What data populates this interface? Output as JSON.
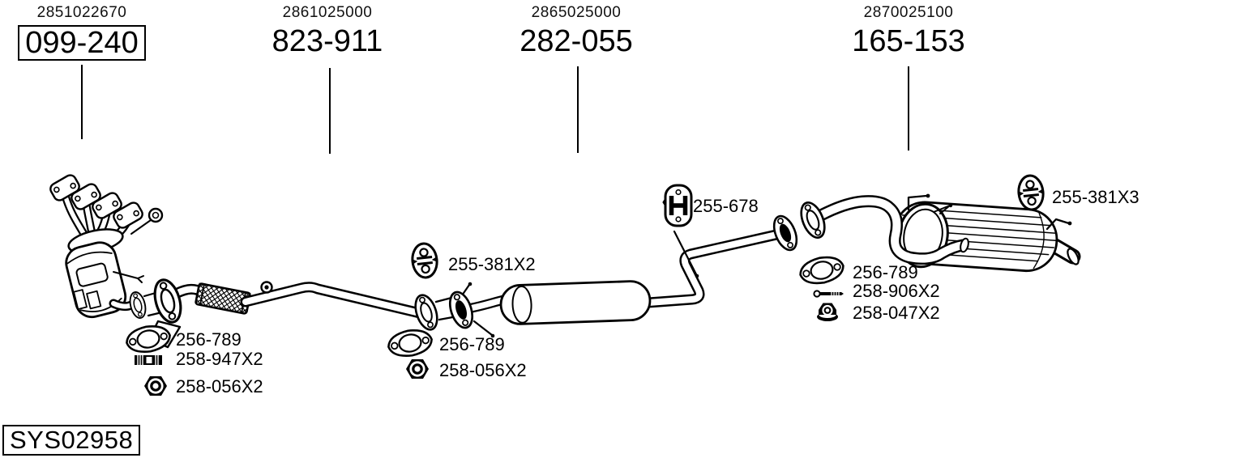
{
  "page": {
    "background": "#ffffff",
    "line_color": "#000000"
  },
  "system_code": "SYS02958",
  "columns": [
    {
      "oem": "2851022670",
      "part": "099-240",
      "boxed": true
    },
    {
      "oem": "2861025000",
      "part": "823-911",
      "boxed": false
    },
    {
      "oem": "2865025000",
      "part": "282-055",
      "boxed": false
    },
    {
      "oem": "2870025100",
      "part": "165-153",
      "boxed": false
    }
  ],
  "part_labels": [
    {
      "text": "255-381X2",
      "icon": "rubber-hanger-icon"
    },
    {
      "text": "256-789",
      "icon": "gasket-icon"
    },
    {
      "text": "258-947X2",
      "icon": "stud-icon"
    },
    {
      "text": "258-056X2",
      "icon": "hex-nut-icon"
    },
    {
      "text": "256-789",
      "icon": "gasket-icon"
    },
    {
      "text": "258-056X2",
      "icon": "hex-nut-icon"
    },
    {
      "text": "255-678",
      "icon": "hanger-bracket-icon"
    },
    {
      "text": "256-789",
      "icon": "gasket-icon"
    },
    {
      "text": "258-906X2",
      "icon": "bolt-icon"
    },
    {
      "text": "258-047X2",
      "icon": "flange-nut-icon"
    },
    {
      "text": "255-381X3",
      "icon": "rubber-hanger-icon"
    }
  ]
}
